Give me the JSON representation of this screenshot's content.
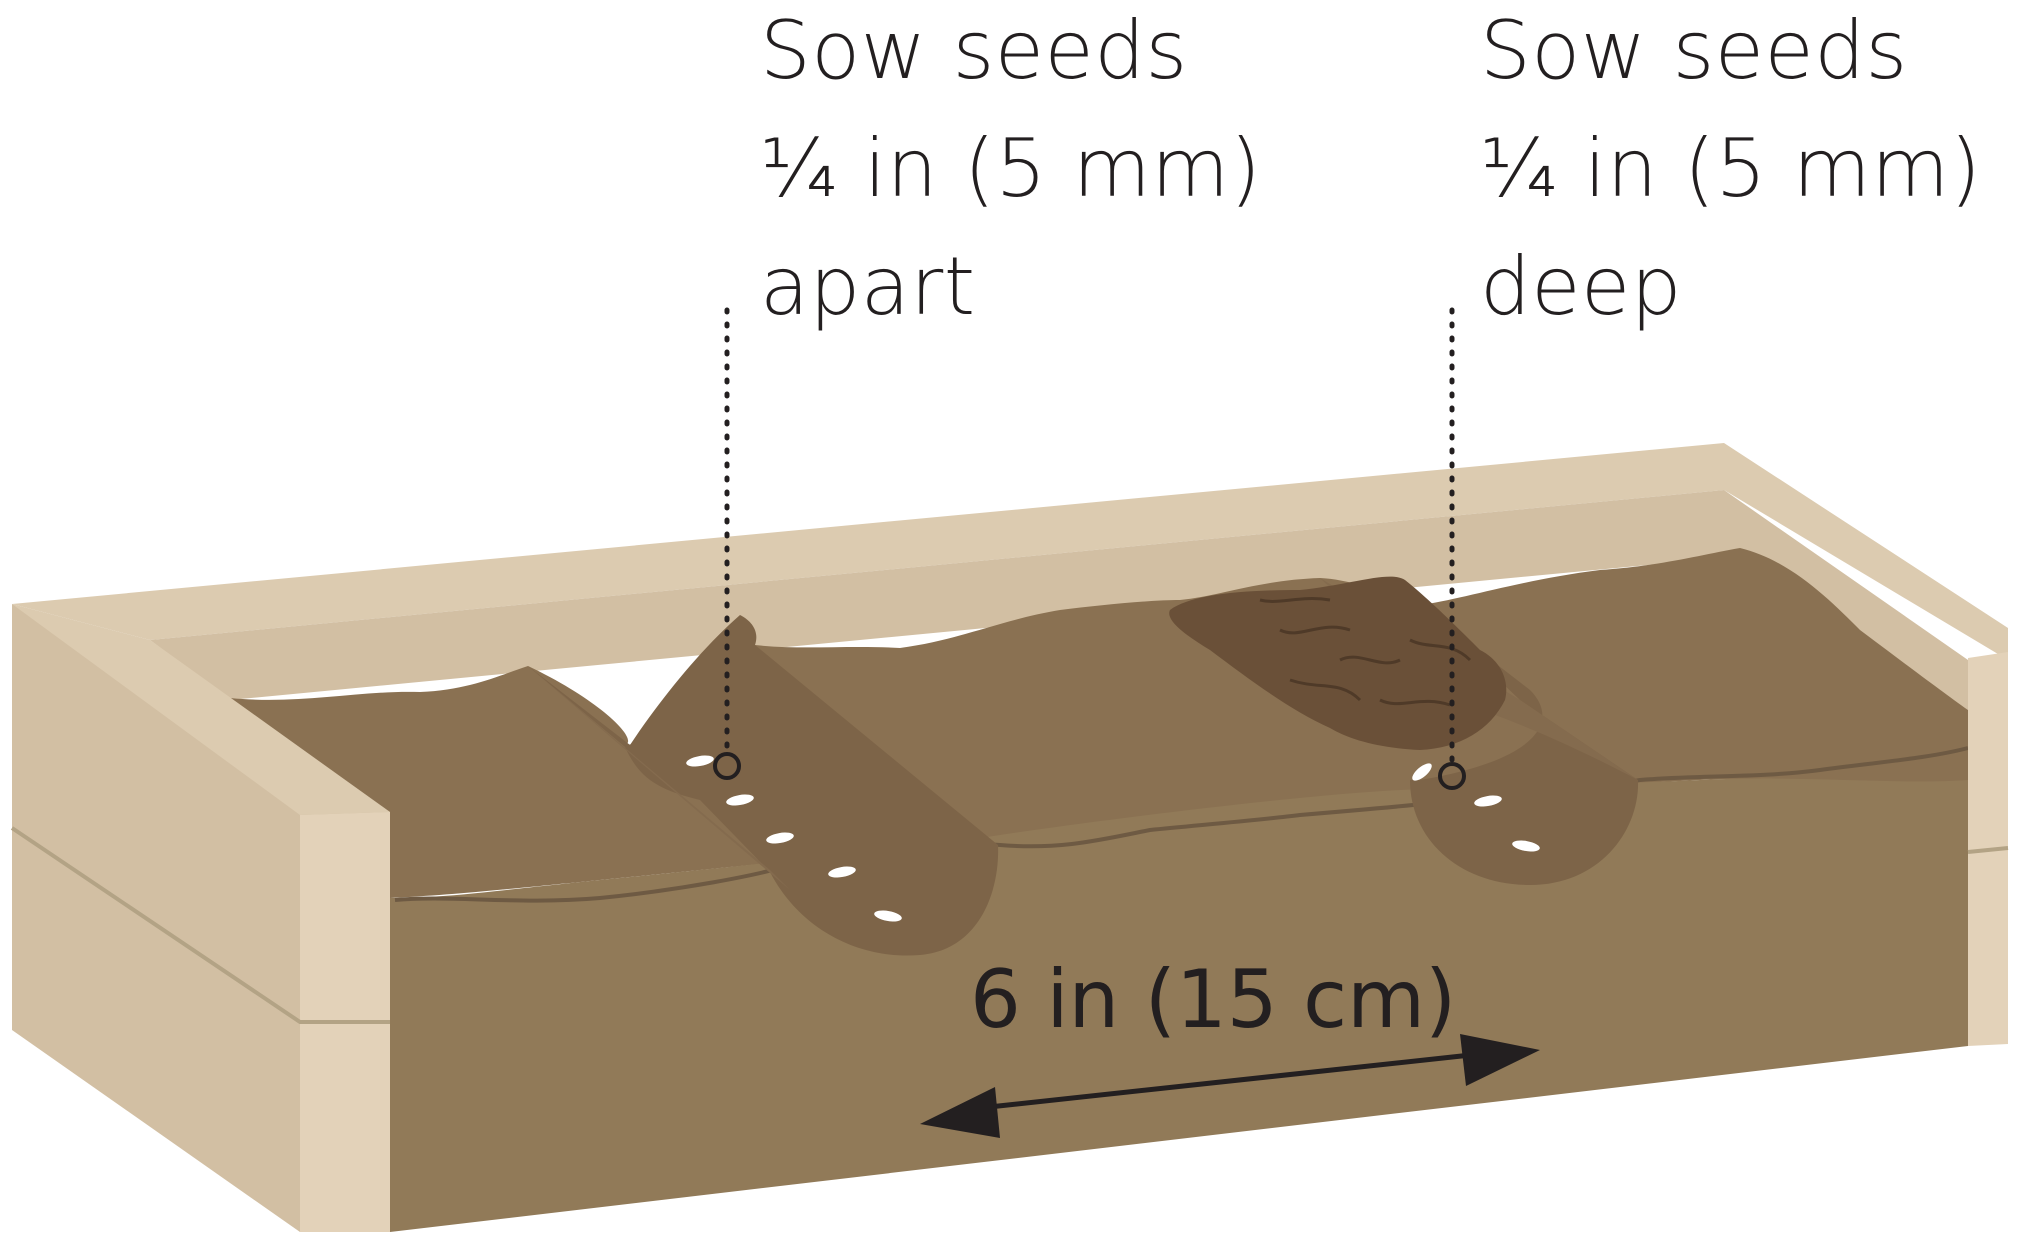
{
  "title": "",
  "callouts": {
    "spacing": {
      "line1": "Sow seeds",
      "line2": "¼ in (5 mm)",
      "line3": "apart"
    },
    "depth": {
      "line1": "Sow seeds",
      "line2": "¼ in (5 mm)",
      "line3": "deep"
    }
  },
  "dimension": {
    "label": "6 in (15 cm)"
  },
  "colors": {
    "wood_light": "#dccbb0",
    "wood_mid": "#d2bfa3",
    "wood_edge": "#e3d2b9",
    "wood_seam": "#b3a385",
    "soil_front": "#917a58",
    "soil_top": "#8a7152",
    "soil_groove": "#7d6448",
    "soil_cover": "#6a5038",
    "soil_line": "#6e5a43",
    "seed": "#ffffff",
    "ink": "#231f20"
  },
  "icons": {
    "arrow": "double-headed-arrow",
    "marker": "circle-marker"
  }
}
